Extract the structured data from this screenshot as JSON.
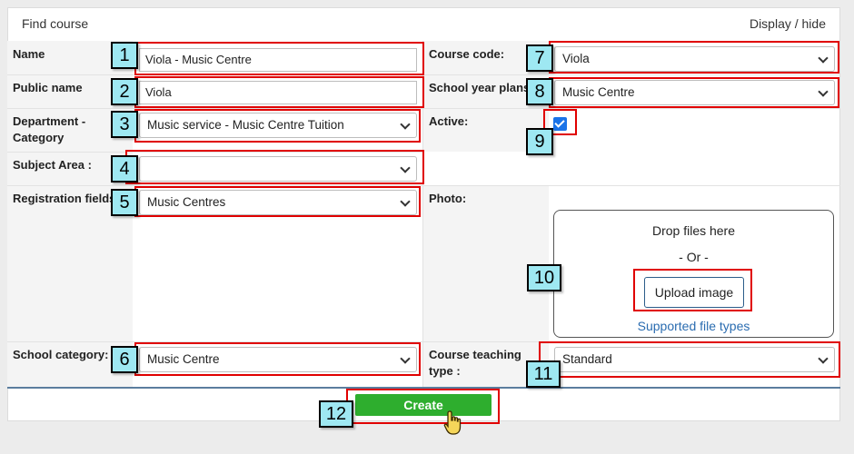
{
  "header": {
    "find_course": "Find course",
    "display_hide": "Display / hide"
  },
  "labels": {
    "name": "Name",
    "public_name": "Public name",
    "department_category": "Department - Category",
    "subject_area": "Subject Area :",
    "registration_fields": "Registration fields",
    "school_category": "School category:",
    "course_code": "Course code:",
    "school_year_plans": "School year plans",
    "active": "Active:",
    "photo": "Photo:",
    "course_teaching_type": "Course teaching type :"
  },
  "fields": {
    "name_value": "Viola - Music Centre",
    "public_name_value": "Viola",
    "department_value": "Music service - Music Centre Tuition",
    "subject_area_value": "",
    "registration_fields_value": "Music Centres",
    "school_category_value": "Music Centre",
    "course_code_value": "Viola",
    "school_year_plan_value": "Music Centre",
    "course_teaching_type_value": "Standard",
    "active_checked": true
  },
  "photo": {
    "drop_text": "Drop files here",
    "or_text": "- Or -",
    "upload_label": "Upload image",
    "supported_label": "Supported file types"
  },
  "actions": {
    "create_label": "Create"
  },
  "badges": [
    "1",
    "2",
    "3",
    "4",
    "5",
    "6",
    "7",
    "8",
    "9",
    "10",
    "11",
    "12"
  ],
  "colors": {
    "highlight_red": "#e00000",
    "badge_cyan": "#9ee8f2",
    "create_green": "#2eae2e",
    "link_blue": "#2a6cb0"
  }
}
